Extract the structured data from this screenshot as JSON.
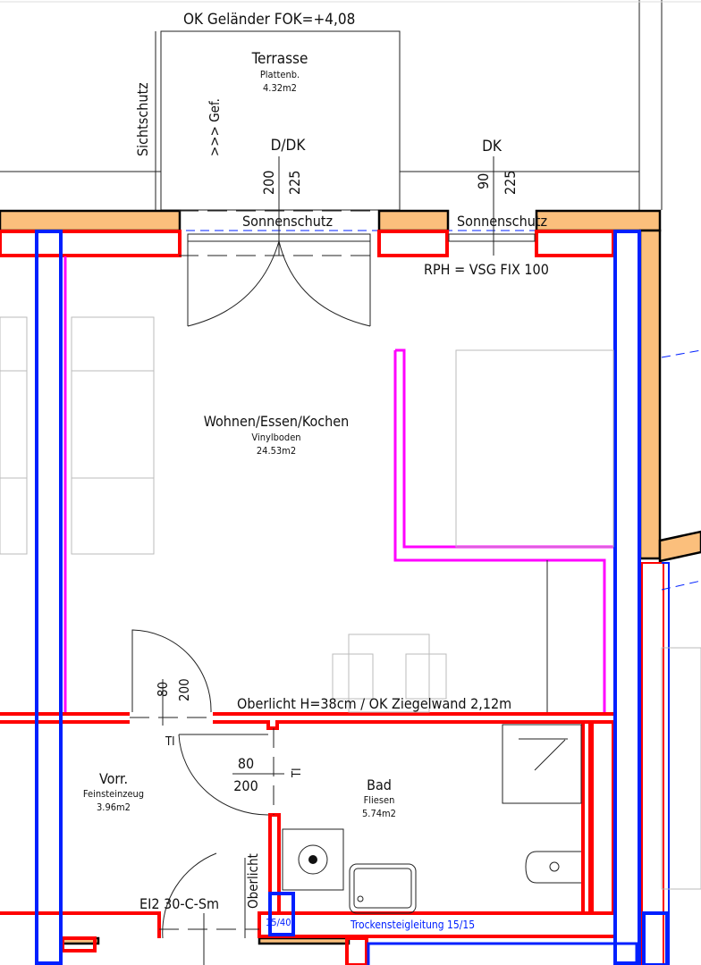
{
  "plan": {
    "railing_note": "OK Geländer FOK=+4,08",
    "privacy_screen": "Sichtschutz",
    "slope": ">>> Gef.",
    "terrace": {
      "name": "Terrasse",
      "floor": "Plattenb.",
      "area": "4.32m2"
    },
    "window_left": {
      "type": "D/DK",
      "width": "200",
      "height": "225"
    },
    "window_right": {
      "type": "DK",
      "width": "90",
      "height": "225"
    },
    "sunshade_left": "Sonnenschutz",
    "sunshade_right": "Sonnenschutz",
    "rph_note": "RPH = VSG FIX 100",
    "living": {
      "name": "Wohnen/Essen/Kochen",
      "floor": "Vinylboden",
      "area": "24.53m2"
    },
    "door_living": {
      "width": "80",
      "height": "200",
      "mark": "TI"
    },
    "transom_note": "Oberlicht H=38cm / OK Ziegelwand 2,12m",
    "door_bath": {
      "width": "80",
      "height": "200",
      "mark": "TI"
    },
    "hall": {
      "name": "Vorr.",
      "floor": "Feinsteinzeug",
      "area": "3.96m2"
    },
    "bath": {
      "name": "Bad",
      "floor": "Fliesen",
      "area": "5.74m2"
    },
    "entrance_door": "EI2 30-C-Sm",
    "transom_vertical": "Oberlicht",
    "shaft": "15/40",
    "dry_riser": "Trockensteigleitung 15/15"
  },
  "colors": {
    "wall_existing": "#ff0000",
    "wall_structural": "#0020ff",
    "furniture_line": "#ff00ff",
    "facade": "#fbbf7c"
  }
}
